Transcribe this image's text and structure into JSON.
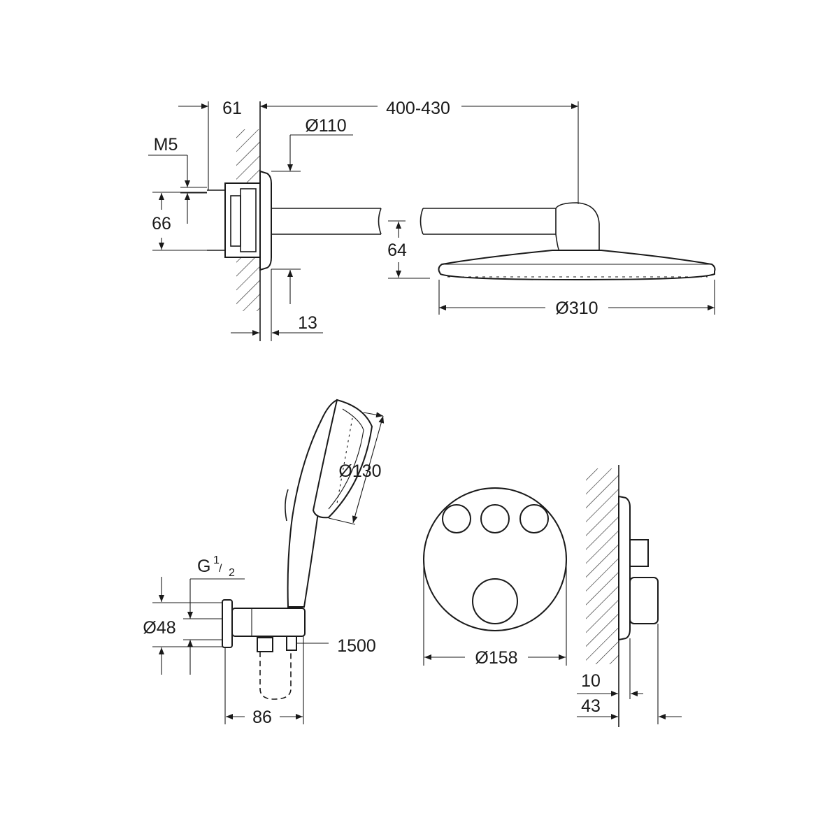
{
  "top_view": {
    "dim_61": "61",
    "dim_400_430": "400-430",
    "dim_d110": "Ø110",
    "dim_m5": "M5",
    "dim_66": "66",
    "dim_64": "64",
    "dim_13": "13",
    "dim_d310": "Ø310"
  },
  "hand_shower": {
    "dim_g": "G",
    "dim_g_num": "1",
    "dim_g_den": "2",
    "dim_d130": "Ø130",
    "dim_d48": "Ø48",
    "dim_1500": "1500",
    "dim_86": "86"
  },
  "thermostat": {
    "dim_d158": "Ø158",
    "dim_10": "10",
    "dim_43": "43"
  }
}
